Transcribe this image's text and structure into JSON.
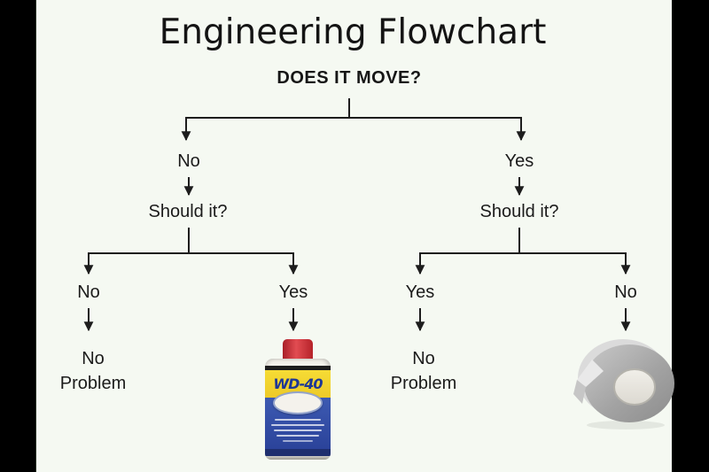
{
  "frame": {
    "background": "#f5f9f2",
    "side_bar_color": "#000000",
    "line_color": "#1d1d1d"
  },
  "title": "Engineering Flowchart",
  "root": {
    "question": "DOES IT MOVE?"
  },
  "branches": {
    "left": {
      "answer": "No",
      "question": "Should it?",
      "outcomes": [
        {
          "answer": "No",
          "result": "No Problem",
          "kind": "text"
        },
        {
          "answer": "Yes",
          "result": "WD-40 spray can",
          "kind": "image"
        }
      ]
    },
    "right": {
      "answer": "Yes",
      "question": "Should it?",
      "outcomes": [
        {
          "answer": "Yes",
          "result": "No Problem",
          "kind": "text"
        },
        {
          "answer": "No",
          "result": "Duct tape roll",
          "kind": "image"
        }
      ]
    }
  },
  "images": {
    "wd40": {
      "brand": "WD-40",
      "colors": {
        "cap": "#c7262e",
        "label": "#f2d331",
        "body": "#31509f"
      }
    },
    "duct_tape": {
      "colors": {
        "roll": "#a5a5a5",
        "core": "#edebe5"
      }
    }
  }
}
